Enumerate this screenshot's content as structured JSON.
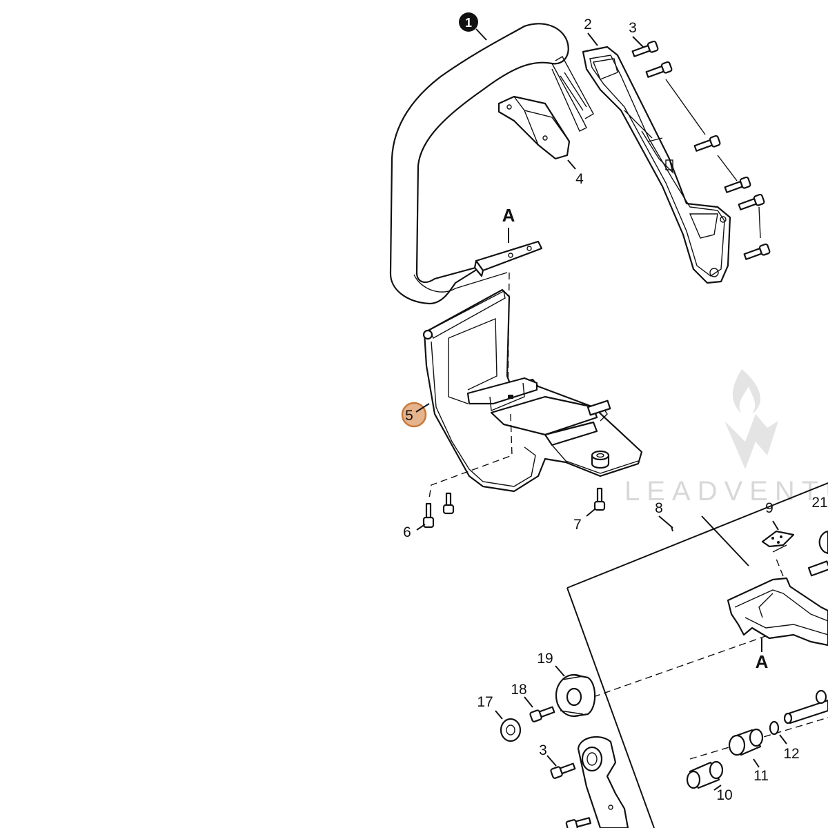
{
  "callouts": {
    "c1": "1",
    "c2": "2",
    "c3": "3",
    "c4": "4",
    "c5": "5",
    "c6": "6",
    "c7": "7",
    "c8": "8",
    "c9": "9",
    "c10": "10",
    "c11": "11",
    "c12": "12",
    "c17": "17",
    "c18": "18",
    "c19": "19",
    "c21": "21",
    "c3b": "3"
  },
  "section_marks": {
    "a_top": "A",
    "a_bottom": "A"
  },
  "watermark": {
    "text": "LEADVENTU"
  },
  "colors": {
    "highlight_fill": "#e6b48c",
    "highlight_stroke": "#c87838",
    "line": "#111111"
  }
}
